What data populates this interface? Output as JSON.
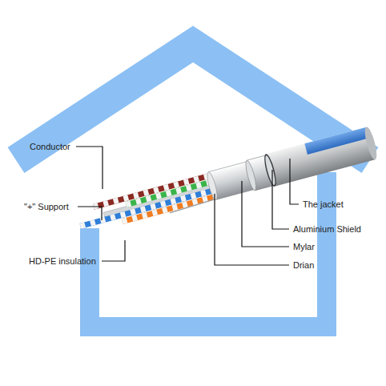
{
  "diagram": {
    "labels": [
      "Conductor",
      "\"+\" Support",
      "HD-PE insulation",
      "The jacket",
      "Aluminium Shield",
      "Mylar",
      "Drian"
    ]
  }
}
